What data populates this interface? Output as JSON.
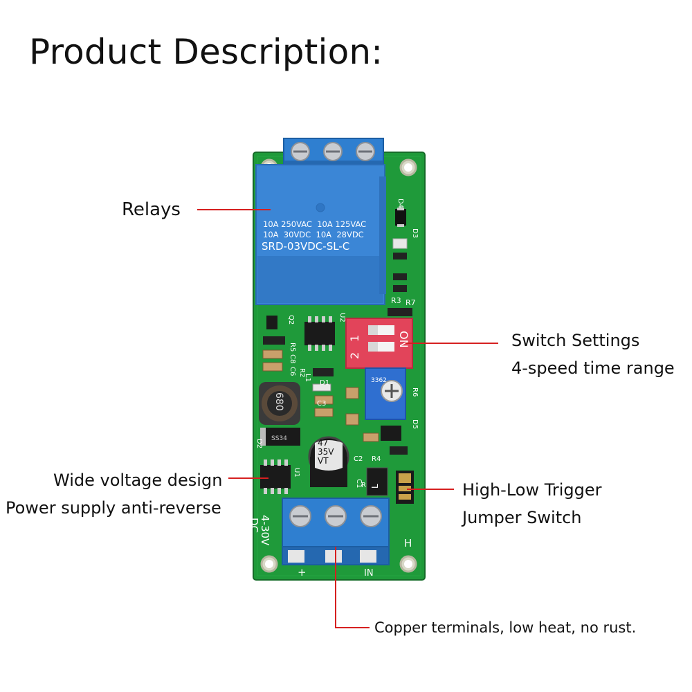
{
  "title": "Product Description:",
  "callouts": {
    "relays": "Relays",
    "switch_settings": "Switch Settings",
    "time_range": "4-speed time range",
    "wide_voltage": "Wide voltage design",
    "anti_reverse": "Power supply anti-reverse",
    "trigger": "High-Low Trigger",
    "jumper": "Jumper Switch",
    "terminals": "Copper terminals, low heat, no rust."
  },
  "board": {
    "relay_line1": "10A 250VAC  10A 125VAC",
    "relay_line2": "10A  30VDC  10A  28VDC",
    "relay_model": "SRD-03VDC-SL-C",
    "dip_on": "ON",
    "dip_1": "1",
    "dip_2": "2",
    "pot_code": "3362",
    "inductor_code": "680",
    "diode_code": "SS34",
    "cap_line1": "47",
    "cap_line2": "35V",
    "cap_line3": "VT",
    "voltage_label": "4-30V",
    "dc_label": "DC",
    "plus_label": "+",
    "in_label": "IN",
    "h_label": "H",
    "l_label": "L",
    "ref_d4": "D4",
    "ref_d3": "D3",
    "ref_r3": "R3",
    "ref_r7": "R7",
    "ref_q2": "Q2",
    "ref_u2": "U2",
    "ref_r5": "R5",
    "ref_c8": "C8",
    "ref_c6": "C6",
    "ref_r2": "R2",
    "ref_l1": "L1",
    "ref_d1": "D1",
    "ref_c3": "C3",
    "ref_r6": "R6",
    "ref_d5": "D5",
    "ref_d2": "D2",
    "ref_c2": "C2",
    "ref_r4": "R4",
    "ref_c1": "C1",
    "ref_r1": "R1",
    "ref_u1": "U1"
  },
  "colors": {
    "pcb": "#1f9a3a",
    "relay": "#3b86d6",
    "terminal": "#2f7fd0",
    "dip": "#e2445a",
    "leader": "#d62020"
  }
}
